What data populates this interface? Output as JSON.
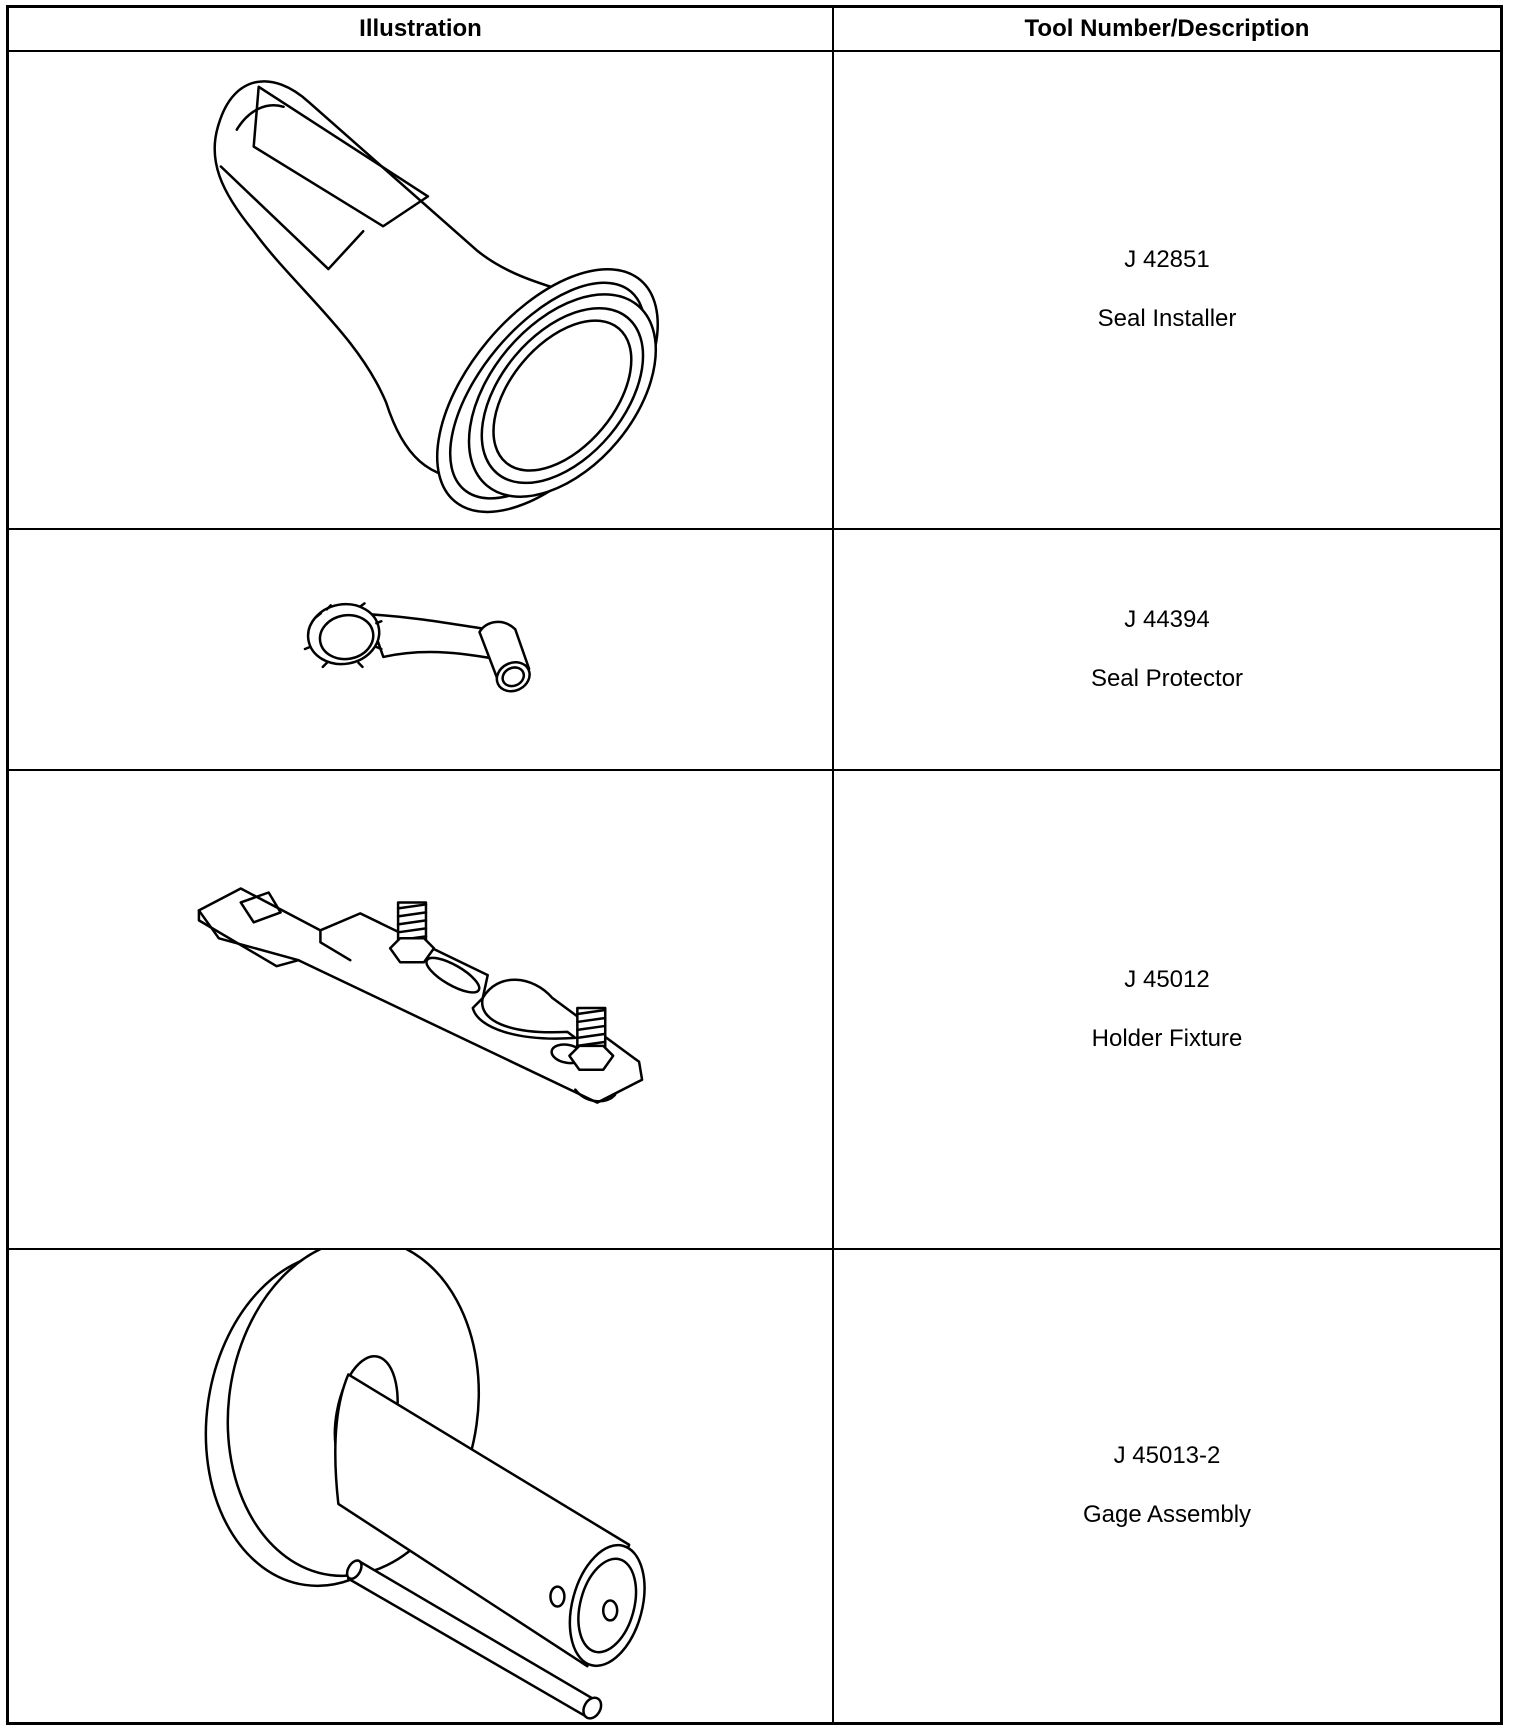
{
  "table": {
    "headers": {
      "illustration": "Illustration",
      "description": "Tool Number/Description"
    },
    "rows": [
      {
        "tool_number": "J 42851",
        "description": "Seal Installer",
        "illustration": "seal-installer-drawing"
      },
      {
        "tool_number": "J 44394",
        "description": "Seal Protector",
        "illustration": "seal-protector-drawing"
      },
      {
        "tool_number": "J 45012",
        "description": "Holder Fixture",
        "illustration": "holder-fixture-drawing"
      },
      {
        "tool_number": "J 45013-2",
        "description": "Gage Assembly",
        "illustration": "gage-assembly-drawing"
      }
    ]
  }
}
